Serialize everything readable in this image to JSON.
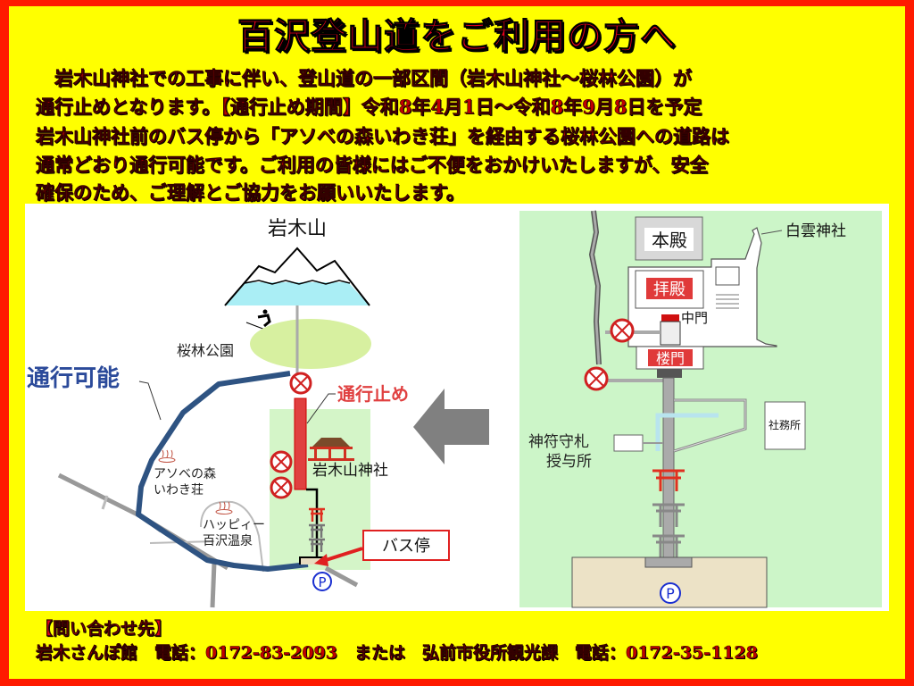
{
  "title": "百沢登山道をご利用の方へ",
  "body_lines": [
    "　岩木山神社での工事に伴い、登山道の一部区間（岩木山神社～桜林公園）が",
    "通行止めとなります。【通行止め期間】令和8年4月1日～令和8年9月8日を予定",
    "岩木山神社前のバス停から「アソベの森いわき荘」を経由する桜林公園への道路は",
    "通常どおり通行可能です。ご利用の皆様にはご不便をおかけいたしますが、安全",
    "確保のため、ご理解とご協力をお願いいたします。"
  ],
  "left_map": {
    "mountain": "岩木山",
    "park": "桜林公園",
    "open_route": "通行可能",
    "closed_route": "通行止め",
    "shrine": "岩木山神社",
    "lodge_line1": "アソベの森",
    "lodge_line2": "いわき荘",
    "onsen_line1": "ハッピィー",
    "onsen_line2": "百沢温泉",
    "bus_stop": "バス停",
    "parking": "P"
  },
  "right_map": {
    "honden": "本殿",
    "hakuun": "白雲神社",
    "haiden": "拝殿",
    "chumon": "中門",
    "romon": "楼門",
    "shamusho": "社務所",
    "juyosho_line1": "神符守札",
    "juyosho_line2": "授与所",
    "parking": "P"
  },
  "footer": {
    "heading": "【問い合わせ先】",
    "contact": "岩木さんぽ館　電話：0172-83-2093　または　弘前市役所観光課　電話：0172-35-1128"
  },
  "colors": {
    "frame": "#ff1a00",
    "background": "#ffff00",
    "open_route": "#2e5382",
    "closed": "#e04040",
    "parking": "#1a2fd0"
  }
}
